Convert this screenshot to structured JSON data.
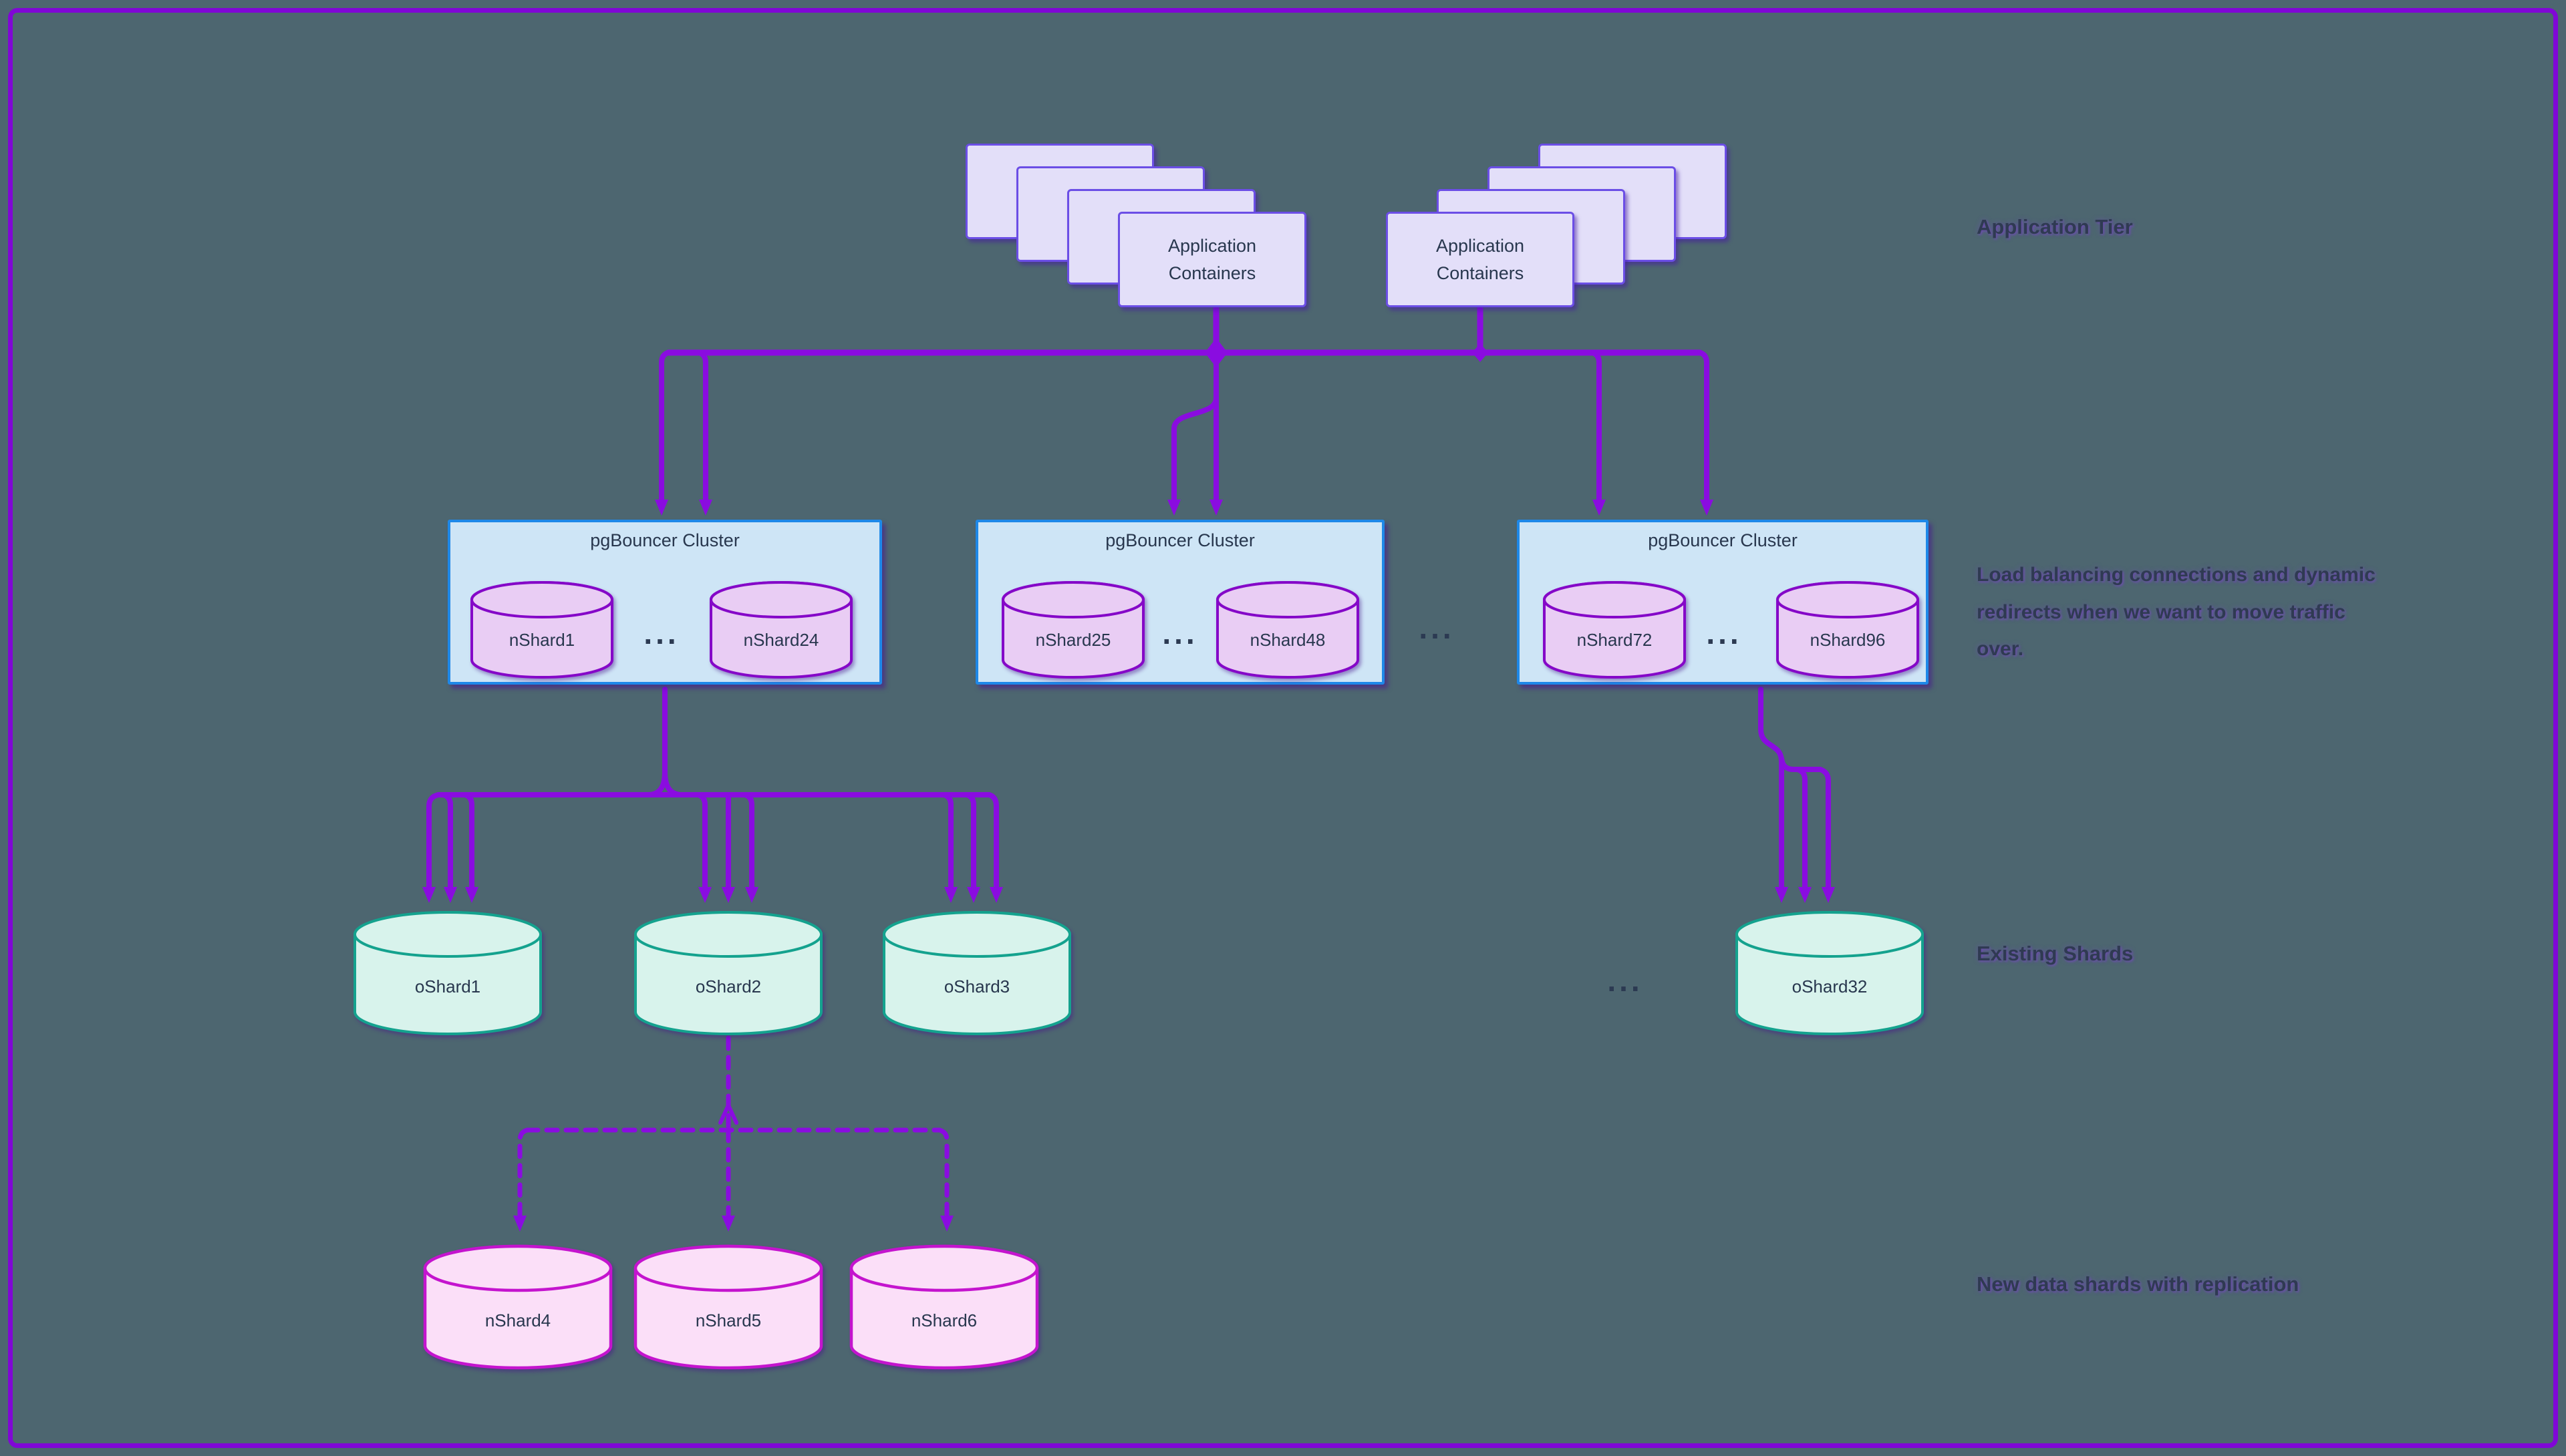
{
  "palette": {
    "background": "#4D6670",
    "frame": "#8007D6",
    "edge": "#8A0CE0",
    "app_card_fill": "#E3DFF9",
    "app_card_border": "#6B4EE6",
    "cluster_fill": "#CEE5F6",
    "cluster_border": "#1E88E8",
    "bouncer_shard_fill": "#E9CDF4",
    "bouncer_shard_border": "#8508C8",
    "existing_shard_fill": "#D8F3EC",
    "existing_shard_border": "#14A28E",
    "new_shard_fill": "#FBDFF8",
    "new_shard_border": "#C414CE",
    "node_text": "#28374E",
    "annotation_text": "#2F3A52"
  },
  "app_tier": {
    "stacks": [
      {
        "label": "Application\nContainers"
      },
      {
        "label": "Application\nContainers"
      }
    ]
  },
  "clusters": [
    {
      "title": "pgBouncer Cluster",
      "first_shard": "nShard1",
      "last_shard": "nShard24",
      "ellipsis": "..."
    },
    {
      "title": "pgBouncer Cluster",
      "first_shard": "nShard25",
      "last_shard": "nShard48",
      "ellipsis": "..."
    },
    {
      "title": "pgBouncer Cluster",
      "first_shard": "nShard72",
      "last_shard": "nShard96",
      "ellipsis": "..."
    }
  ],
  "cluster_row_ellipsis": "...",
  "existing_shards": {
    "items": [
      "oShard1",
      "oShard2",
      "oShard3"
    ],
    "ellipsis": "...",
    "far_item": "oShard32"
  },
  "new_shards": {
    "items": [
      "nShard4",
      "nShard5",
      "nShard6"
    ]
  },
  "annotations": {
    "application_tier": "Application Tier",
    "load_balancing": "Load balancing connections and dynamic redirects when we want to move traffic over.",
    "existing_shards": "Existing Shards",
    "new_shards": "New data shards with replication"
  }
}
